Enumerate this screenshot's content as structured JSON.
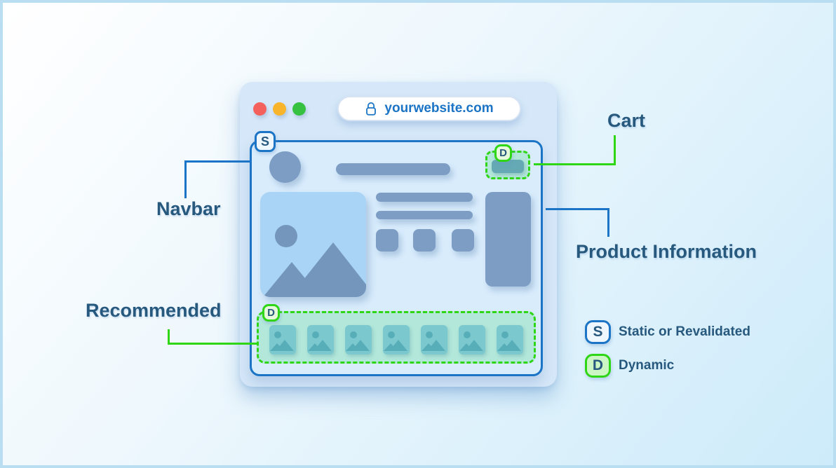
{
  "window": {
    "url": "yourwebsite.com",
    "traffic_lights": [
      "red",
      "yellow",
      "green"
    ]
  },
  "wireframe": {
    "s_badge": "S",
    "cart_badge": "D",
    "recommended_badge": "D",
    "recommended_tile_count": 7
  },
  "callouts": {
    "cart": "Cart",
    "navbar": "Navbar",
    "product_information": "Product Information",
    "recommended": "Recommended"
  },
  "legend": {
    "items": [
      {
        "letter": "S",
        "label": "Static or Revalidated"
      },
      {
        "letter": "D",
        "label": "Dynamic"
      }
    ]
  },
  "colors": {
    "accent_blue": "#1b74c5",
    "accent_green": "#2fd615",
    "slate": "#7d9dc4",
    "slate_dark": "#7496bd",
    "teal": "#64a9b4",
    "mint": "#b2e7da",
    "navy_text": "#27587d",
    "traffic_red": "#f4615c",
    "traffic_yellow": "#f8b52b",
    "traffic_green": "#36c141"
  }
}
